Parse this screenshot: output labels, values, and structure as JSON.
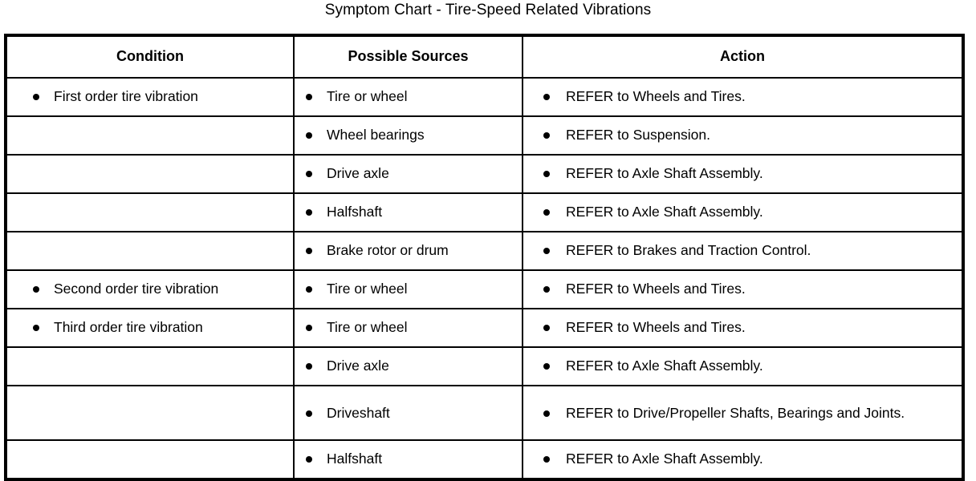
{
  "title": "Symptom Chart - Tire-Speed Related Vibrations",
  "table": {
    "headers": {
      "condition": "Condition",
      "sources": "Possible Sources",
      "action": "Action"
    },
    "rows": [
      {
        "condition": "First order tire vibration",
        "source": "Tire or wheel",
        "action": "REFER to Wheels and Tires."
      },
      {
        "condition": "",
        "source": "Wheel bearings",
        "action": "REFER to Suspension."
      },
      {
        "condition": "",
        "source": "Drive axle",
        "action": "REFER to Axle Shaft Assembly."
      },
      {
        "condition": "",
        "source": "Halfshaft",
        "action": "REFER to Axle Shaft Assembly."
      },
      {
        "condition": "",
        "source": "Brake rotor or drum",
        "action": "REFER to Brakes and Traction Control."
      },
      {
        "condition": "Second order tire vibration",
        "source": "Tire or wheel",
        "action": "REFER to Wheels and Tires."
      },
      {
        "condition": "Third order tire vibration",
        "source": "Tire or wheel",
        "action": "REFER to Wheels and Tires."
      },
      {
        "condition": "",
        "source": "Drive axle",
        "action": "REFER to Axle Shaft Assembly."
      },
      {
        "condition": "",
        "source": "Driveshaft",
        "action": "REFER to Drive/Propeller Shafts, Bearings and Joints."
      },
      {
        "condition": "",
        "source": "Halfshaft",
        "action": "REFER to Axle Shaft Assembly."
      }
    ]
  },
  "colors": {
    "border": "#000000",
    "text": "#000000",
    "background": "#ffffff"
  }
}
